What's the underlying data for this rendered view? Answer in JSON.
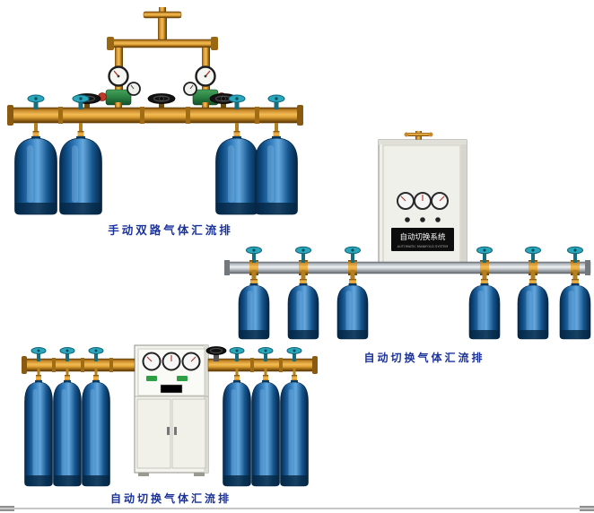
{
  "page": {
    "background": "#ffffff",
    "bottom_rule_color": "#c6c6c6"
  },
  "figures": {
    "manual": {
      "caption": "手动双路气体汇流排",
      "cylinder_count": 4,
      "regulator_count": 2,
      "black_valve_count": 3
    },
    "auto_wall": {
      "caption": "自动切换气体汇流排",
      "cabinet_title": "自动切换系统",
      "cabinet_subtitle": "AUTOMATIC MANIFOLD SYSTEM",
      "cylinder_count": 6,
      "gauge_count": 3
    },
    "auto_floor": {
      "caption": "自动切换气体汇流排",
      "cylinder_count": 6,
      "gauge_count": 3
    }
  },
  "colors": {
    "caption_text": "#1b339b",
    "brass_pipe": "#d99a2e",
    "steel_pipe": "#dfe3e6",
    "cylinder_blue": "#1565ad",
    "valve_teal": "#2aa7bd",
    "cabinet_body": "#f2f2ea"
  }
}
